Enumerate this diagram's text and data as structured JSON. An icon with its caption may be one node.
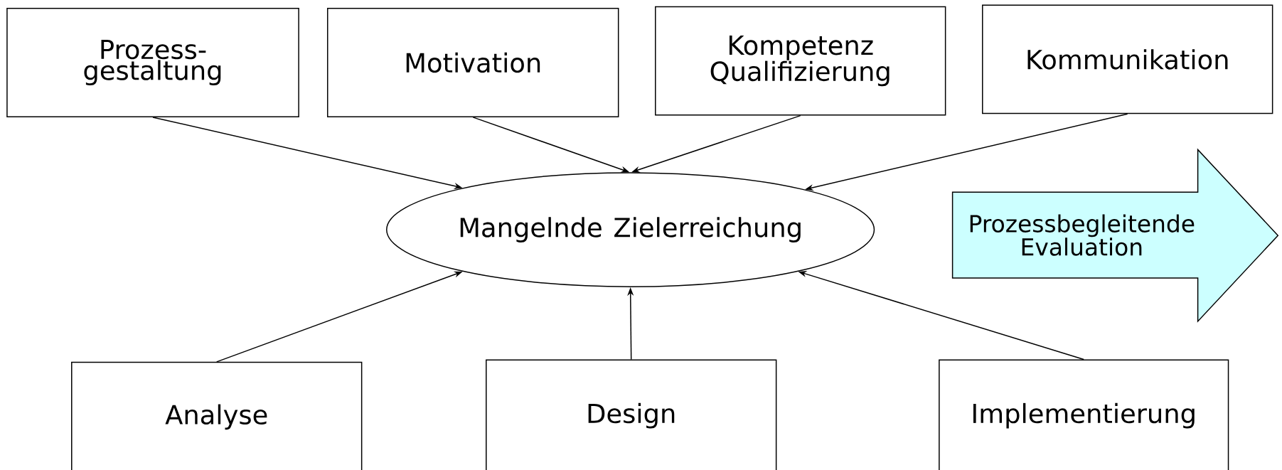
{
  "diagram": {
    "nodes": [
      {
        "text": [
          "Prozess- gestaltung"
        ]
      },
      {
        "text": [
          "Motivation"
        ]
      },
      {
        "text": [
          "Kompetenz Qualifizierung"
        ]
      },
      {
        "text": [
          "Kommunikation"
        ]
      },
      {
        "text": [
          "Mangelnde Zielerreichung"
        ]
      },
      {
        "text": [
          "Prozessbegleitende Evaluation"
        ]
      },
      {
        "text": [
          "Analyse"
        ]
      },
      {
        "text": [
          "Design"
        ]
      },
      {
        "text": [
          "Implementierung"
        ]
      }
    ],
    "edges": [
      {
        "from": 0,
        "to": 4,
        "arrow": "to"
      },
      {
        "from": 1,
        "to": 4,
        "arrow": "to"
      },
      {
        "from": 2,
        "to": 4,
        "arrow": "to"
      },
      {
        "from": 3,
        "to": 4,
        "arrow": "to"
      },
      {
        "from": 6,
        "to": 4,
        "arrow": "to"
      },
      {
        "from": 7,
        "to": 4,
        "arrow": "to"
      },
      {
        "from": 8,
        "to": 4,
        "arrow": "to"
      }
    ]
  }
}
